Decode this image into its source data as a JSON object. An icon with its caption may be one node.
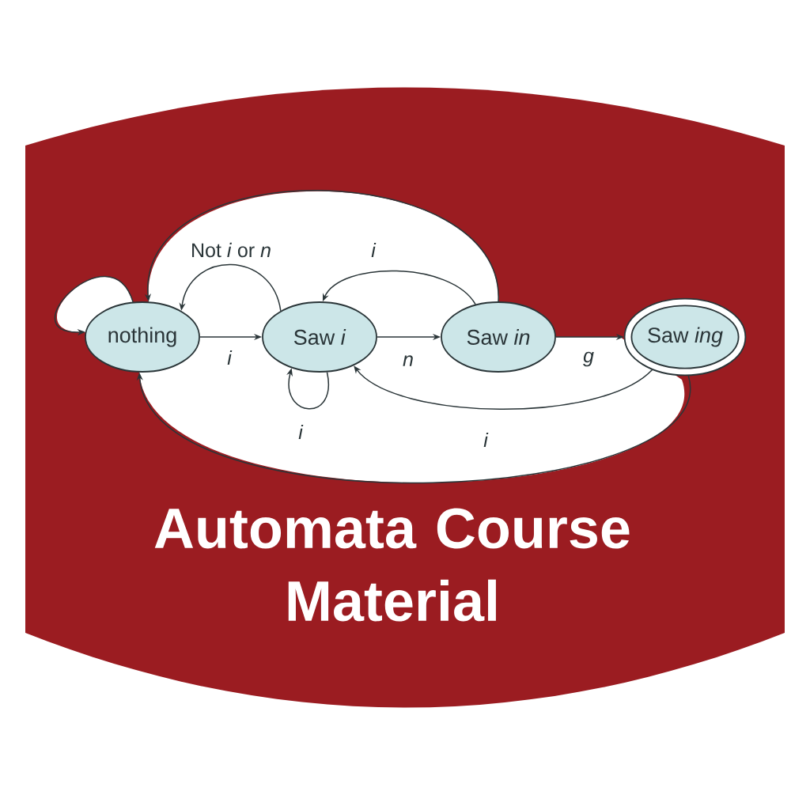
{
  "diagram": {
    "title": "Automata Course Material",
    "nodes": [
      {
        "text": [
          "nothing"
        ]
      },
      {
        "text": [
          "Saw *i*"
        ]
      },
      {
        "text": [
          "Saw *in*"
        ]
      },
      {
        "text": [
          "Saw *ing*"
        ]
      }
    ],
    "edges": [
      {
        "from": 0,
        "to": 0,
        "arrow": "to"
      },
      {
        "from": 1,
        "to": 0,
        "arrow": "to",
        "label": "Not *i* or *n*"
      },
      {
        "from": 0,
        "to": 1,
        "arrow": "to",
        "label": "i"
      },
      {
        "from": 1,
        "to": 1,
        "arrow": "to",
        "label": "i"
      },
      {
        "from": 1,
        "to": 2,
        "arrow": "to",
        "label": "n"
      },
      {
        "from": 2,
        "to": 1,
        "arrow": "to",
        "label": "i"
      },
      {
        "from": 2,
        "to": 3,
        "arrow": "to",
        "label": "g"
      },
      {
        "from": 3,
        "to": 1,
        "arrow": "to",
        "label": "i"
      },
      {
        "from": 2,
        "to": 0,
        "arrow": "to"
      },
      {
        "from": 3,
        "to": 0,
        "arrow": "to"
      }
    ]
  }
}
